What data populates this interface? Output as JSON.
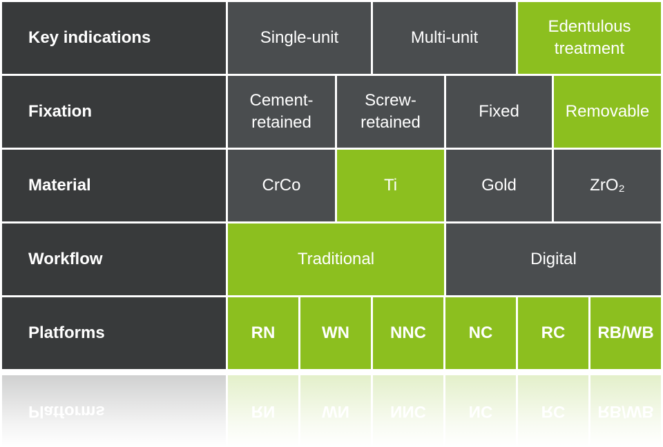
{
  "colors": {
    "label_bg": "#383a3b",
    "option_bg": "#4a4d4f",
    "selected_bg": "#8cbf1f",
    "text": "#ffffff"
  },
  "rows": [
    {
      "label": "Key indications",
      "options": [
        {
          "text": "Single-unit",
          "selected": false
        },
        {
          "text": "Multi-unit",
          "selected": false
        },
        {
          "text": "Edentulous treatment",
          "selected": true
        }
      ]
    },
    {
      "label": "Fixation",
      "options": [
        {
          "text": "Cement-retained",
          "selected": false
        },
        {
          "text": "Screw-retained",
          "selected": false
        },
        {
          "text": "Fixed",
          "selected": false
        },
        {
          "text": "Removable",
          "selected": true
        }
      ]
    },
    {
      "label": "Material",
      "options": [
        {
          "text": "CrCo",
          "selected": false
        },
        {
          "text": "Ti",
          "selected": true
        },
        {
          "text": "Gold",
          "selected": false
        },
        {
          "text": "ZrO₂",
          "selected": false
        }
      ]
    },
    {
      "label": "Workflow",
      "options": [
        {
          "text": "Traditional",
          "selected": true
        },
        {
          "text": "Digital",
          "selected": false
        }
      ]
    },
    {
      "label": "Platforms",
      "options": [
        {
          "text": "RN",
          "selected": true
        },
        {
          "text": "WN",
          "selected": true
        },
        {
          "text": "NNC",
          "selected": true
        },
        {
          "text": "NC",
          "selected": true
        },
        {
          "text": "RC",
          "selected": true
        },
        {
          "text": "RB/WB",
          "selected": true
        }
      ]
    }
  ]
}
